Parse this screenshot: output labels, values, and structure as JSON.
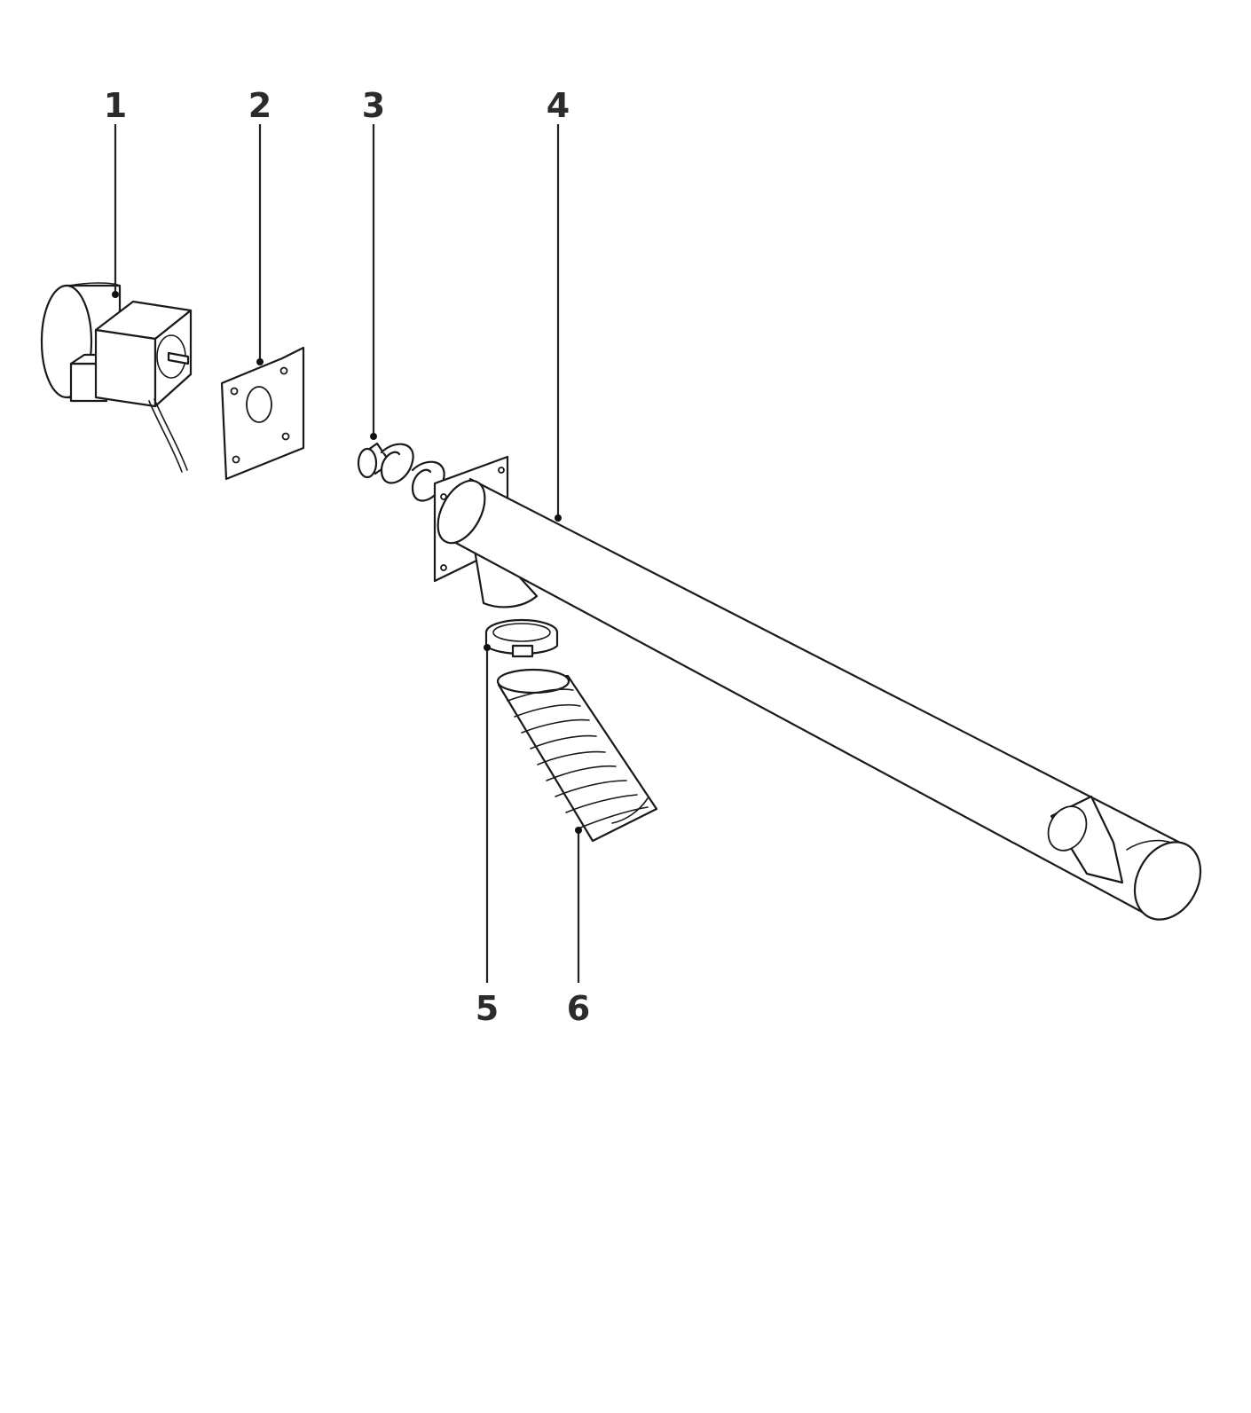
{
  "callouts": [
    {
      "id": "1",
      "label": "1"
    },
    {
      "id": "2",
      "label": "2"
    },
    {
      "id": "3",
      "label": "3"
    },
    {
      "id": "4",
      "label": "4"
    },
    {
      "id": "5",
      "label": "5"
    },
    {
      "id": "6",
      "label": "6"
    }
  ],
  "colors": {
    "line": "#1a1a1a",
    "label": "#2b2b2b",
    "background": "#ffffff"
  }
}
